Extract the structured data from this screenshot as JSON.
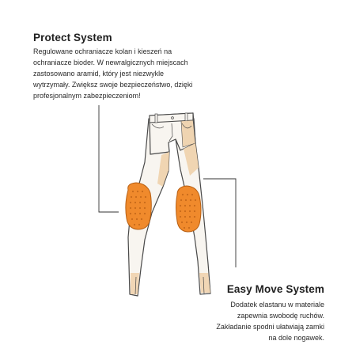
{
  "features": {
    "protect": {
      "title": "Protect System",
      "description": "Regulowane ochraniacze kolan i kieszeń na ochraniacze bioder. W newralgicznych miejscach zastosowano aramid, który jest niezwykle wytrzymały. Zwiększ swoje bezpieczeństwo, dzięki profesjonalnym zabezpieczeniom!"
    },
    "easy_move": {
      "title": "Easy Move System",
      "description": "Dodatek elastanu w materiale zapewnia swobodę ruchów. Zakładanie spodni ułatwiają zamki na dole nogawek."
    }
  },
  "colors": {
    "outline": "#4a4a4a",
    "fabric": "#f8f5f0",
    "aramid": "#efd3ae",
    "knee_pad": "#f08a2c",
    "knee_pad_holes": "#c76a1a",
    "leader_line": "#333333"
  }
}
